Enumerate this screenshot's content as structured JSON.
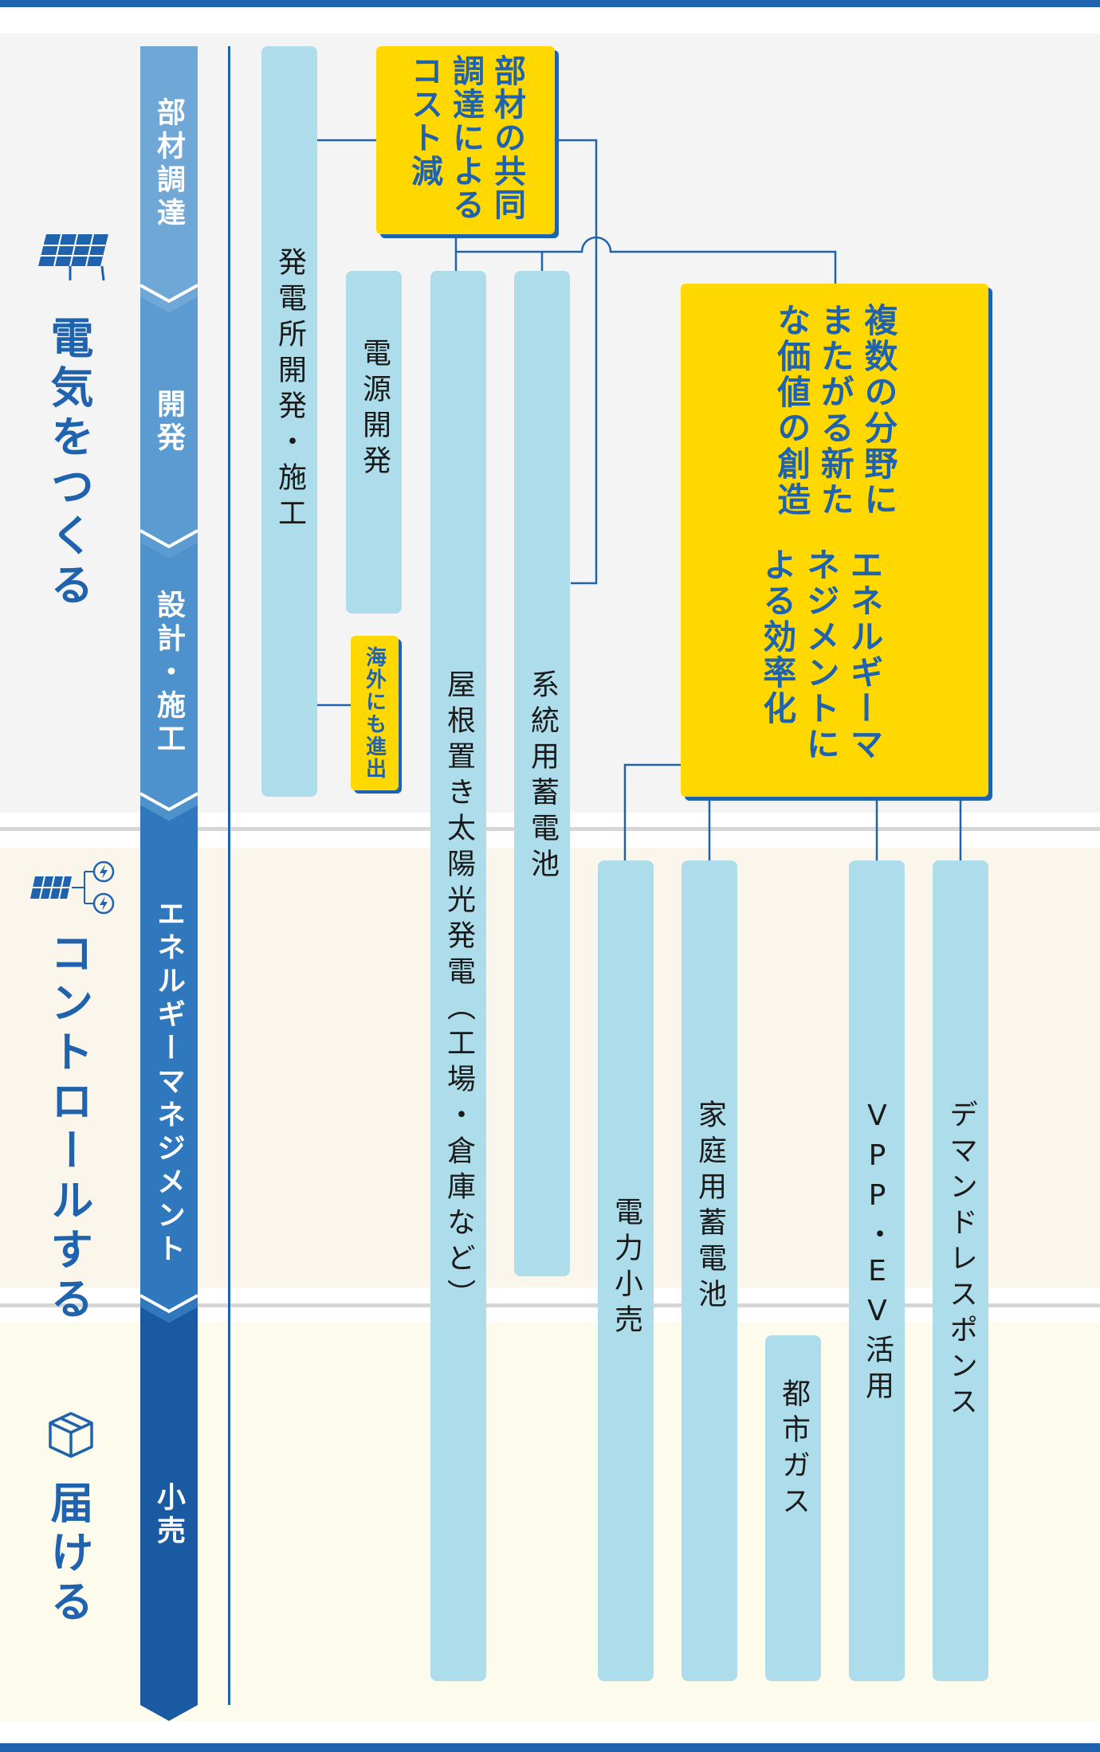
{
  "categories": {
    "create": "電気をつくる",
    "control": "コントロールする",
    "deliver": "届ける"
  },
  "stages": [
    {
      "label": "部材調達"
    },
    {
      "label": "開発"
    },
    {
      "label": "設計・施工"
    },
    {
      "label": "エネルギーマネジメント"
    },
    {
      "label": "小売"
    }
  ],
  "boxes": {
    "plant_construction": "発電所開発・施工",
    "power_development": "電源開発",
    "overseas": "海外にも進出",
    "rooftop_solar": "屋根置き太陽光発電（工場・倉庫など）",
    "grid_battery": "系統用蓄電池",
    "retail_power": "電力小売",
    "home_battery": "家庭用蓄電池",
    "city_gas": "都市ガス",
    "vpp_ev": "VPP・EV活用",
    "demand_response": "デマンドレスポンス"
  },
  "callouts": {
    "joint_procurement": "部材の共同調達によるコスト減",
    "multi_field_value": "複数の分野にまたがる新たな価値の創造",
    "energy_mgmt_efficiency": "エネルギーマネジメントによる効率化"
  },
  "colors": {
    "primary_blue": "#1f63ae",
    "light_blue_box": "#addcea",
    "yellow": "#ffd800",
    "band_create": "#f4f4f4",
    "band_control": "#fbf6ec",
    "band_deliver": "#fdfbec"
  },
  "icons": [
    "solar-panel-icon",
    "solar-control-icon",
    "package-icon"
  ]
}
